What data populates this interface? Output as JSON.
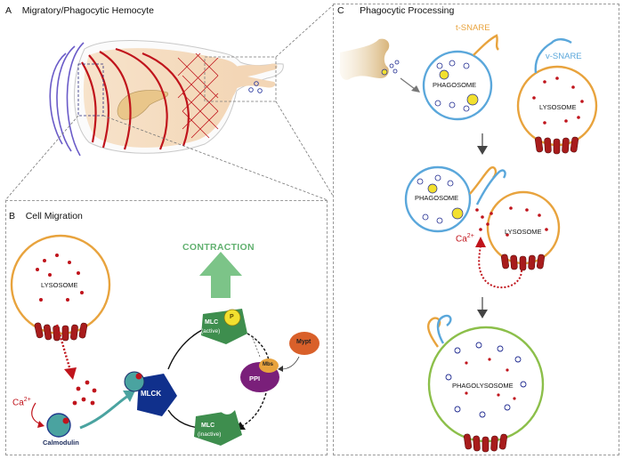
{
  "panel_a": {
    "letter": "A",
    "title": "Migratory/Phagocytic Hemocyte"
  },
  "panel_b": {
    "letter": "B",
    "title": "Cell Migration",
    "lysosome": "LYSOSOME",
    "ca": "Ca",
    "ca_sup": "2+",
    "calmodulin": "Calmodulin",
    "mlck": "MLCK",
    "contraction": "CONTRACTION",
    "mlc_active": "MLC",
    "active": "(active)",
    "p": "P",
    "mlc_inactive": "MLC",
    "inactive": "(inactive)",
    "mbs": "Mbs",
    "pp1": "PPI",
    "mypt": "Mypt"
  },
  "panel_c": {
    "letter": "C",
    "title": "Phagocytic Processing",
    "t_snare": "t-SNARE",
    "v_snare": "v-SNARE",
    "phagosome": "PHAGOSOME",
    "lysosome": "LYSOSOME",
    "phagosome2": "PHAGOSOME",
    "lysosome2": "LYSOSOME",
    "ca": "Ca",
    "ca_sup": "2+",
    "phagolysosome": "PHAGOLYSOSOME"
  },
  "colors": {
    "red": "#c0141c",
    "dark_red": "#8b1a1a",
    "green": "#3e8e4e",
    "navy": "#10308c",
    "blue_membrane": "#5aa7db",
    "orange_membrane": "#e8a33d",
    "lime_membrane": "#8cbf4a",
    "purple": "#7a1f7a",
    "teal": "#3fa8a3"
  }
}
